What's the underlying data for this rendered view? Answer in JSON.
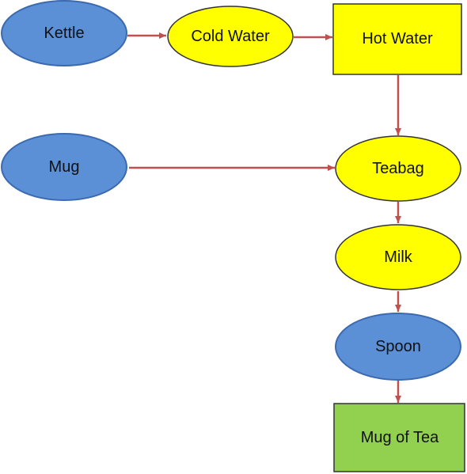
{
  "colors": {
    "blue_fill": "#5b8fd6",
    "blue_stroke": "#3c6ab0",
    "yellow_fill": "#ffff00",
    "green_fill": "#92d050",
    "node_stroke": "#333333",
    "arrow": "#c0504d"
  },
  "nodes": {
    "kettle": {
      "label": "Kettle",
      "shape": "ellipse",
      "color": "blue"
    },
    "cold_water": {
      "label": "Cold Water",
      "shape": "ellipse",
      "color": "yellow"
    },
    "hot_water": {
      "label": "Hot Water",
      "shape": "rectangle",
      "color": "yellow"
    },
    "mug": {
      "label": "Mug",
      "shape": "ellipse",
      "color": "blue"
    },
    "teabag": {
      "label": "Teabag",
      "shape": "ellipse",
      "color": "yellow"
    },
    "milk": {
      "label": "Milk",
      "shape": "ellipse",
      "color": "yellow"
    },
    "spoon": {
      "label": "Spoon",
      "shape": "ellipse",
      "color": "blue"
    },
    "mug_of_tea": {
      "label": "Mug of Tea",
      "shape": "rectangle",
      "color": "green"
    }
  },
  "edges": [
    {
      "from": "kettle",
      "to": "cold_water"
    },
    {
      "from": "cold_water",
      "to": "hot_water"
    },
    {
      "from": "hot_water",
      "to": "teabag"
    },
    {
      "from": "mug",
      "to": "teabag"
    },
    {
      "from": "teabag",
      "to": "milk"
    },
    {
      "from": "milk",
      "to": "spoon"
    },
    {
      "from": "spoon",
      "to": "mug_of_tea"
    }
  ]
}
